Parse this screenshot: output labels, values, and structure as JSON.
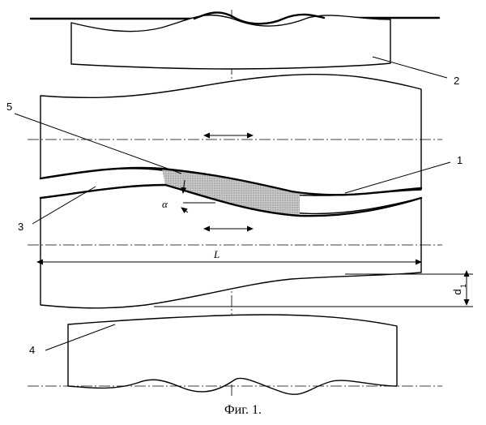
{
  "figure": {
    "caption": "Фиг. 1.",
    "labels": {
      "workpiece": "1",
      "top_support": "2",
      "roll_left": "3",
      "bottom_support": "4",
      "deformation_zone": "5",
      "length": "L",
      "angle": "α",
      "diameter": "d",
      "diameter_subscript": "1"
    }
  },
  "colors": {
    "ink": "#000000",
    "hatch_fill": "#bdbdbd",
    "background": "#ffffff"
  },
  "icons": {
    "motion_arrows": "double-headed-arrow"
  }
}
